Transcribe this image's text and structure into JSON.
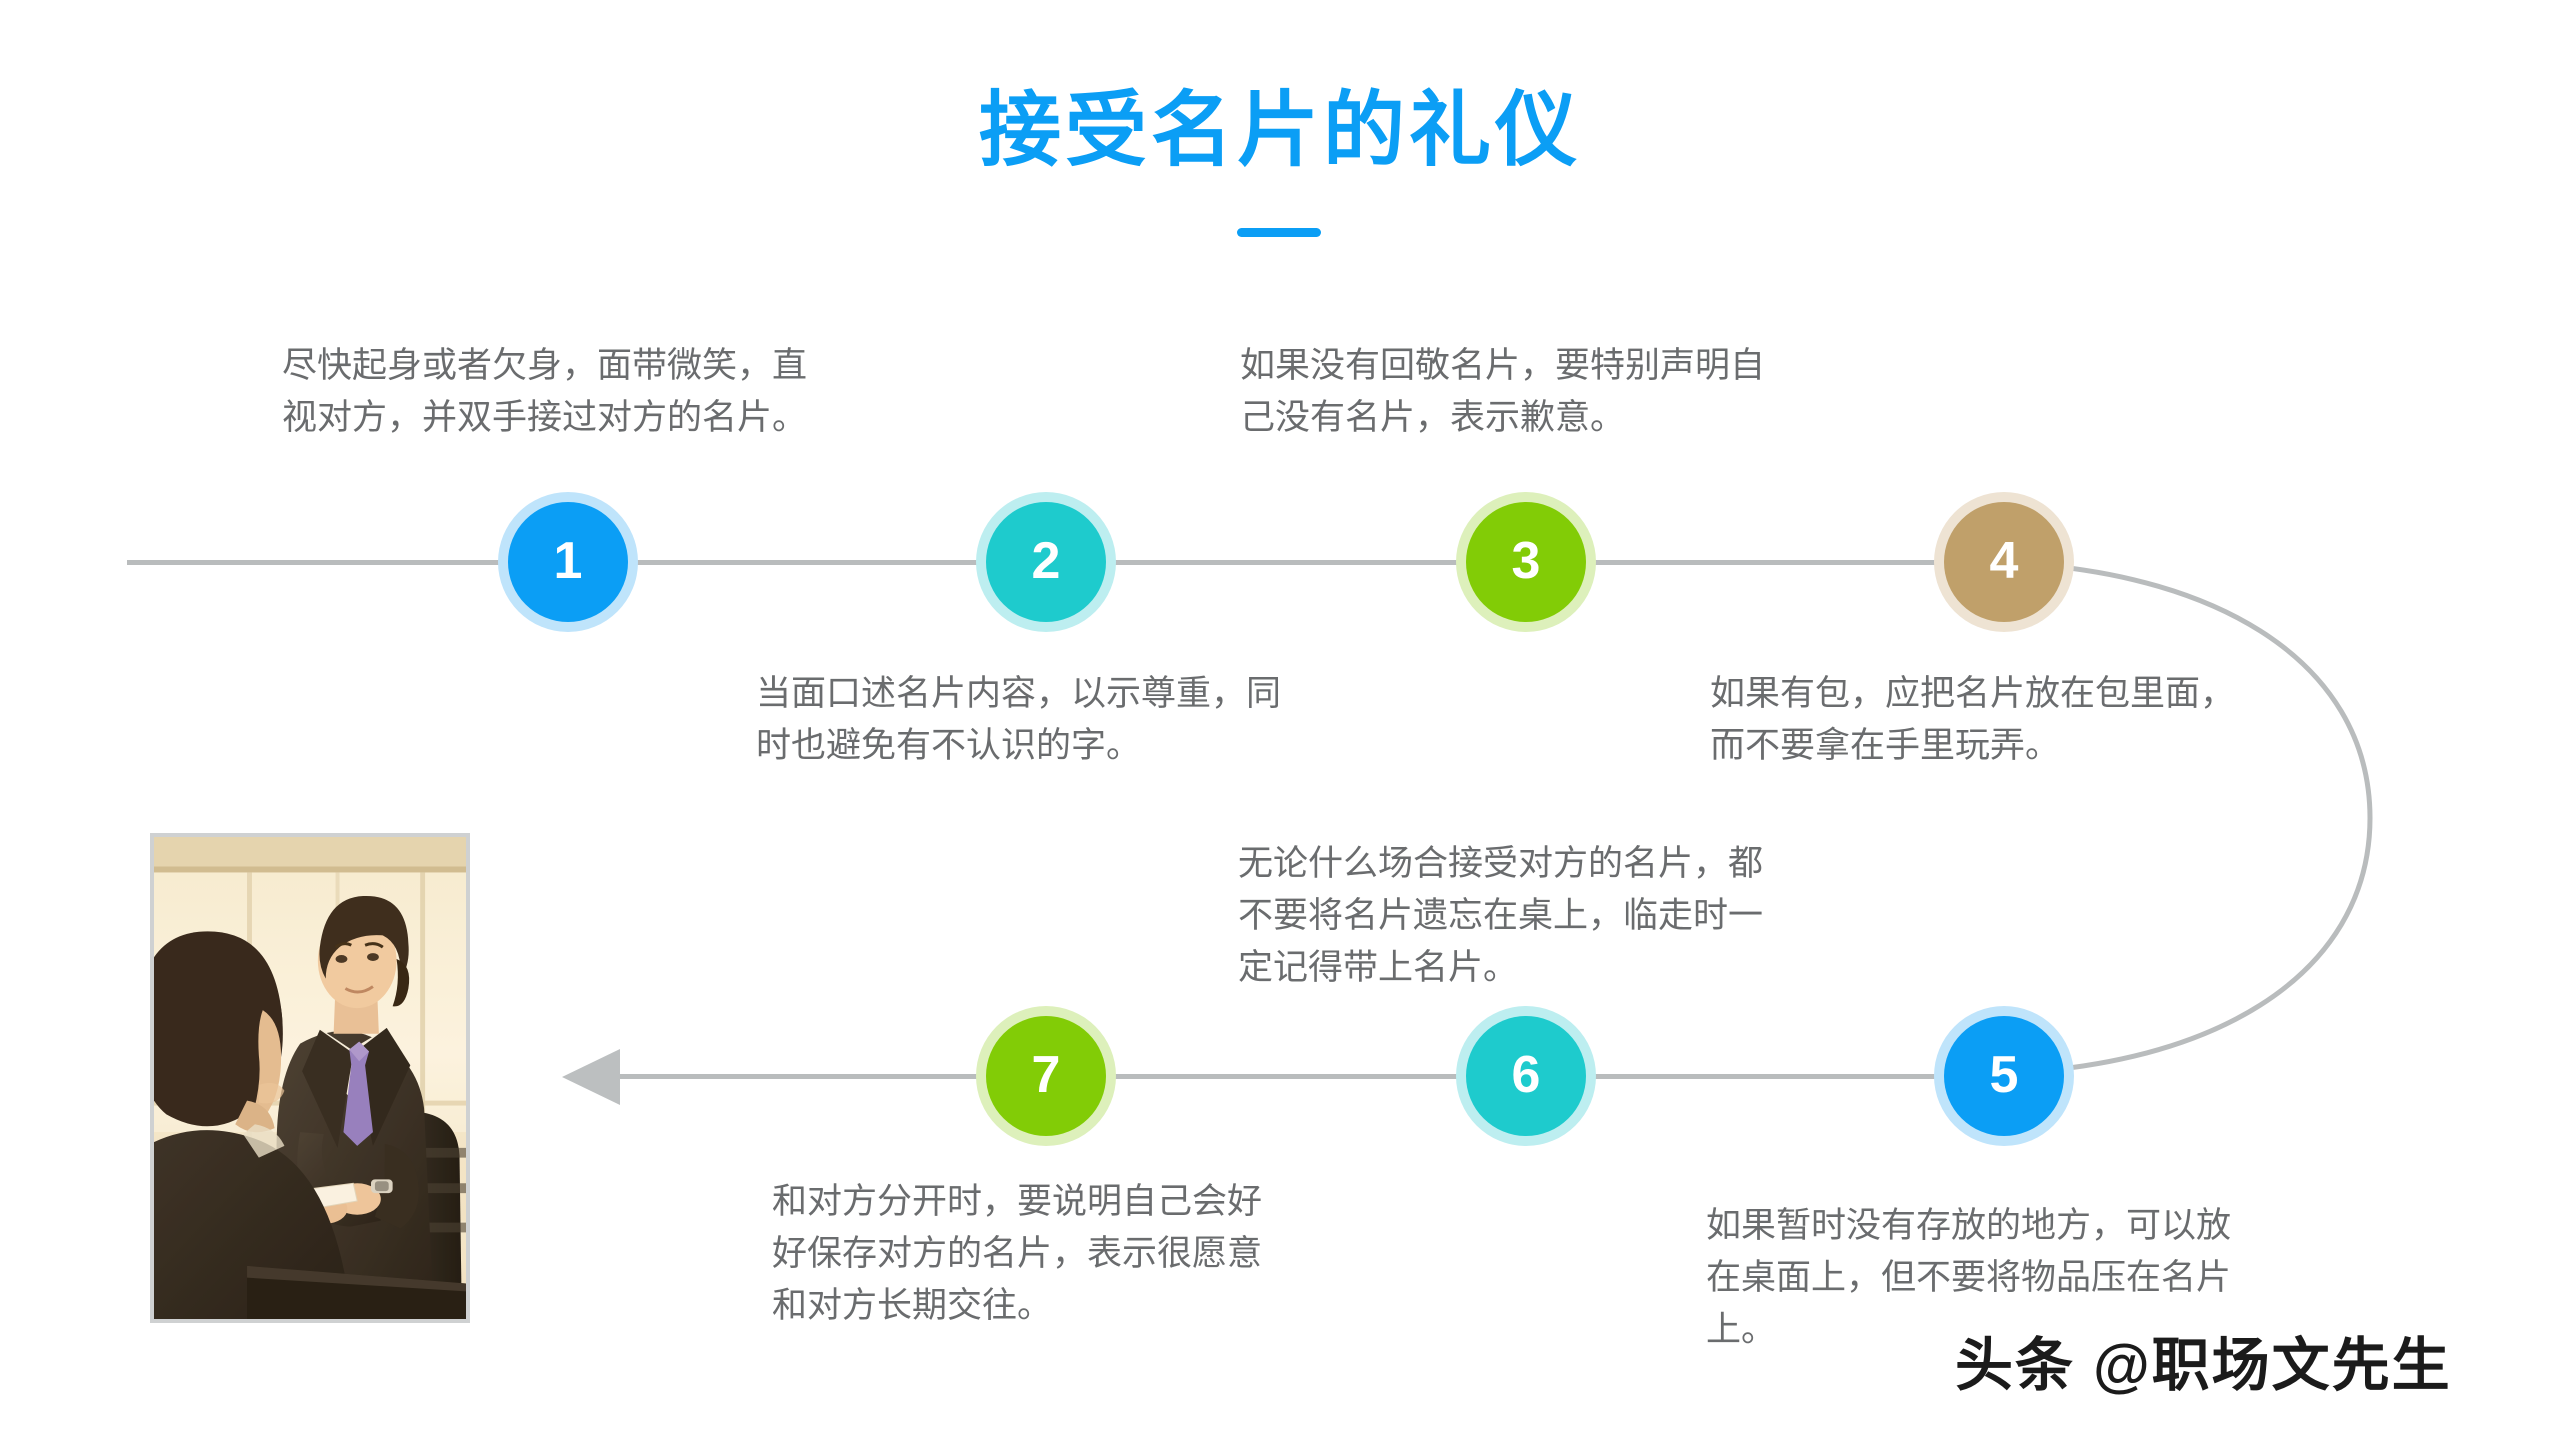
{
  "slide": {
    "title": "接受名片的礼仪",
    "accent_color": "#0b9ef5",
    "line_color": "#b9bcbd",
    "text_color": "#6a6c6e",
    "background": "#ffffff",
    "watermark": "头条 @职场文先生"
  },
  "steps": [
    {
      "number": "1",
      "fill": "#0b9ef5",
      "ring": "#bfe4fb",
      "text": "尽快起身或者欠身，面带微笑，直\n视对方，并双手接过对方的名片。",
      "position": "above"
    },
    {
      "number": "2",
      "fill": "#1ecbcd",
      "ring": "#bdeef0",
      "text": "当面口述名片内容，以示尊重，同\n时也避免有不认识的字。",
      "position": "below"
    },
    {
      "number": "3",
      "fill": "#82cc06",
      "ring": "#ddf0bb",
      "text": "如果没有回敬名片，要特别声明自\n己没有名片，表示歉意。",
      "position": "above"
    },
    {
      "number": "4",
      "fill": "#c0a06a",
      "ring": "#eee3d3",
      "text": "如果有包，应把名片放在包里面，\n而不要拿在手里玩弄。",
      "position": "below"
    },
    {
      "number": "5",
      "fill": "#0b9ef5",
      "ring": "#bfe4fb",
      "text": "如果暂时没有存放的地方，可以放\n在桌面上，但不要将物品压在名片\n上。",
      "position": "below"
    },
    {
      "number": "6",
      "fill": "#1ecbcd",
      "ring": "#bdeef0",
      "text": "无论什么场合接受对方的名片，都\n不要将名片遗忘在桌上，临走时一\n定记得带上名片。",
      "position": "above"
    },
    {
      "number": "7",
      "fill": "#82cc06",
      "ring": "#ddf0bb",
      "text": "和对方分开时，要说明自己会好\n好保存对方的名片，表示很愿意\n和对方长期交往。",
      "position": "below"
    }
  ],
  "photo": {
    "alt": "两位身着西装的商务人士在办公室交换名片"
  }
}
